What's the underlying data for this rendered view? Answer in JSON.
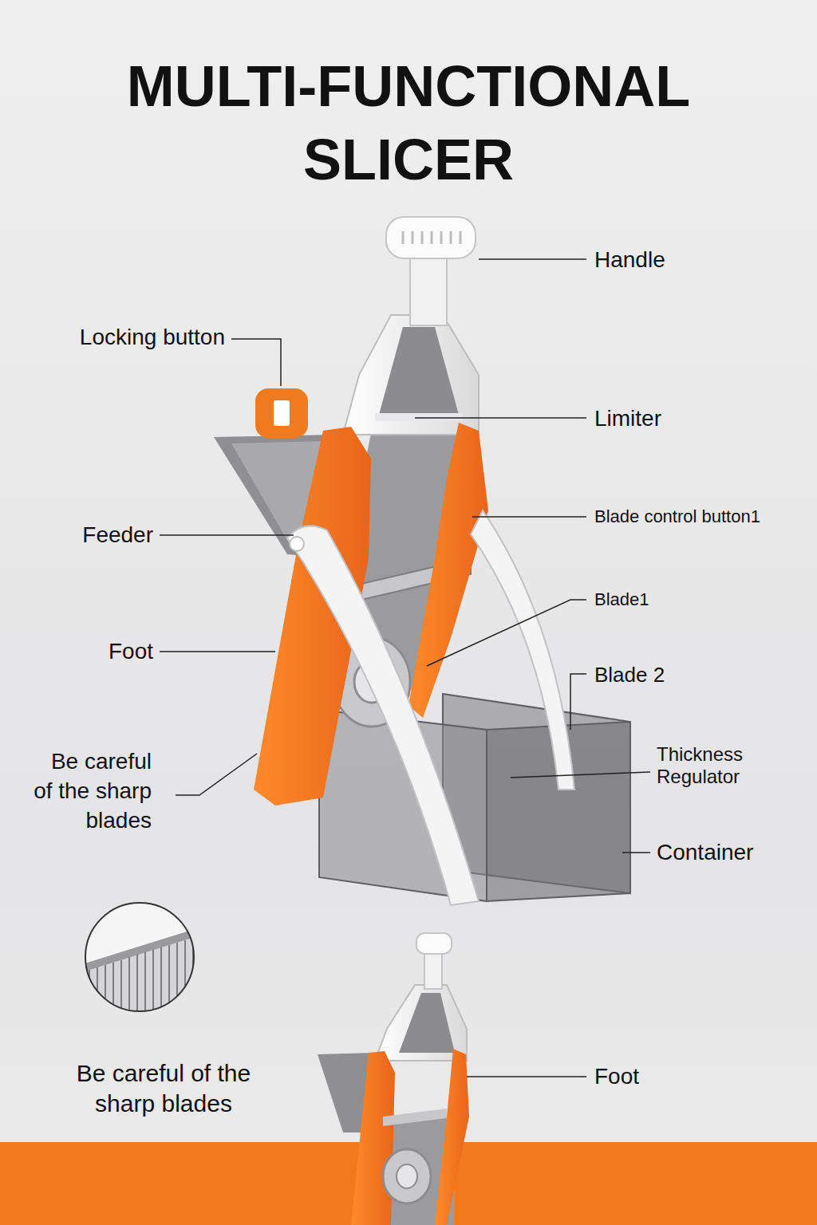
{
  "diagram": {
    "title": "MULTI-FUNCTIONAL SLICER",
    "labels": [
      "Handle",
      "Locking button",
      "Limiter",
      "Blade control button1",
      "Feeder",
      "Blade1",
      "Foot",
      "Blade 2",
      "Be careful of the sharp blades",
      "Thickness Regulator",
      "Container",
      "Be careful of the sharp blades",
      "Foot"
    ]
  }
}
